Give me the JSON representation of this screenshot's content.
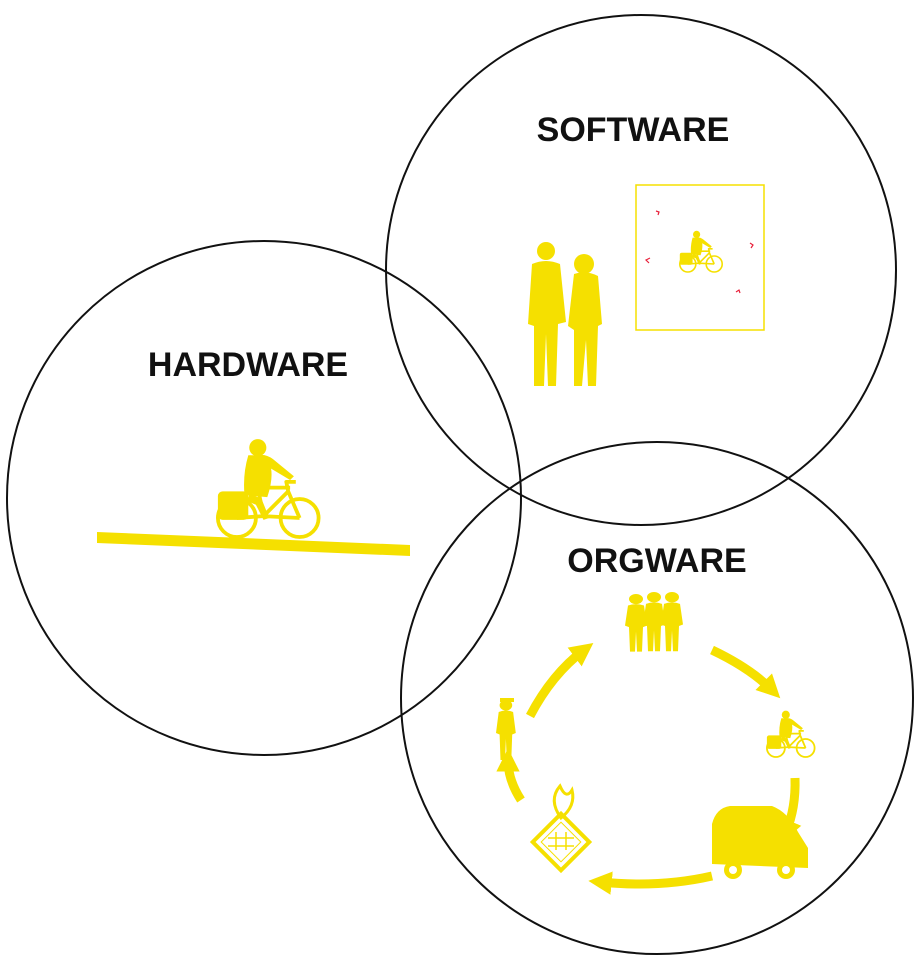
{
  "labels": {
    "software": "SOFTWARE",
    "hardware": "HARDWARE",
    "orgware": "ORGWARE"
  },
  "colors": {
    "accent": "#f5e000",
    "outline": "#111111",
    "marker": "#e8203a",
    "background": "#ffffff"
  },
  "icons": {
    "software": [
      "two-people-standing-icon",
      "monitoring-frame-icon",
      "cyclist-small-icon",
      "tracking-marker-icon"
    ],
    "hardware": [
      "cyclist-icon",
      "bike-path-icon"
    ],
    "orgware": [
      "group-of-people-icon",
      "cyclist-small-icon",
      "van-icon",
      "hazard-sign-icon",
      "traffic-officer-icon",
      "cycle-arrow-icon"
    ]
  }
}
